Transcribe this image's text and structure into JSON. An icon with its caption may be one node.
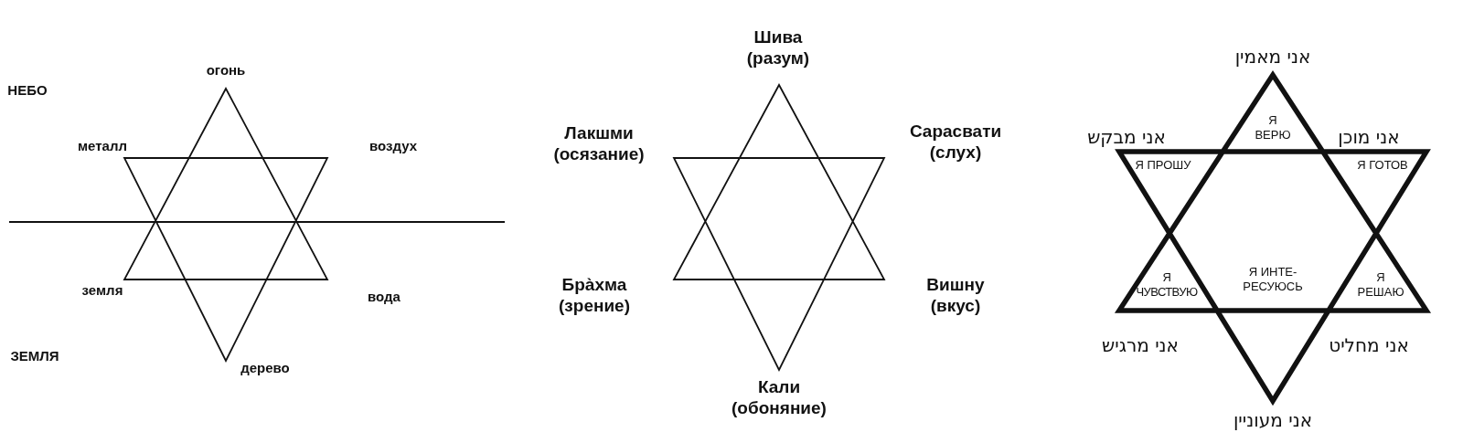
{
  "diagram": {
    "labels": [
      "огонь",
      "НЕБО",
      "металл",
      "воздух",
      "земля",
      "вода",
      "ЗЕМЛЯ",
      "дерево",
      "Шива (разум)",
      "Лакшми (осязание)",
      "Сарасвати (слух)",
      "Бра̀хма (зрение)",
      "Вишну (вкус)",
      "Кали (обоняние)",
      "אני מאמין",
      "אני מבקש",
      "אני מוכן",
      "Я ВЕРЮ",
      "Я ПРОШУ",
      "Я ГОТОВ",
      "Я ЧУВСТВУЮ",
      "Я ИНТЕ-РЕСУЮСЬ",
      "Я РЕШАЮ",
      "אני מרגיש",
      "אני מחליט",
      "אני מעוניין"
    ]
  }
}
